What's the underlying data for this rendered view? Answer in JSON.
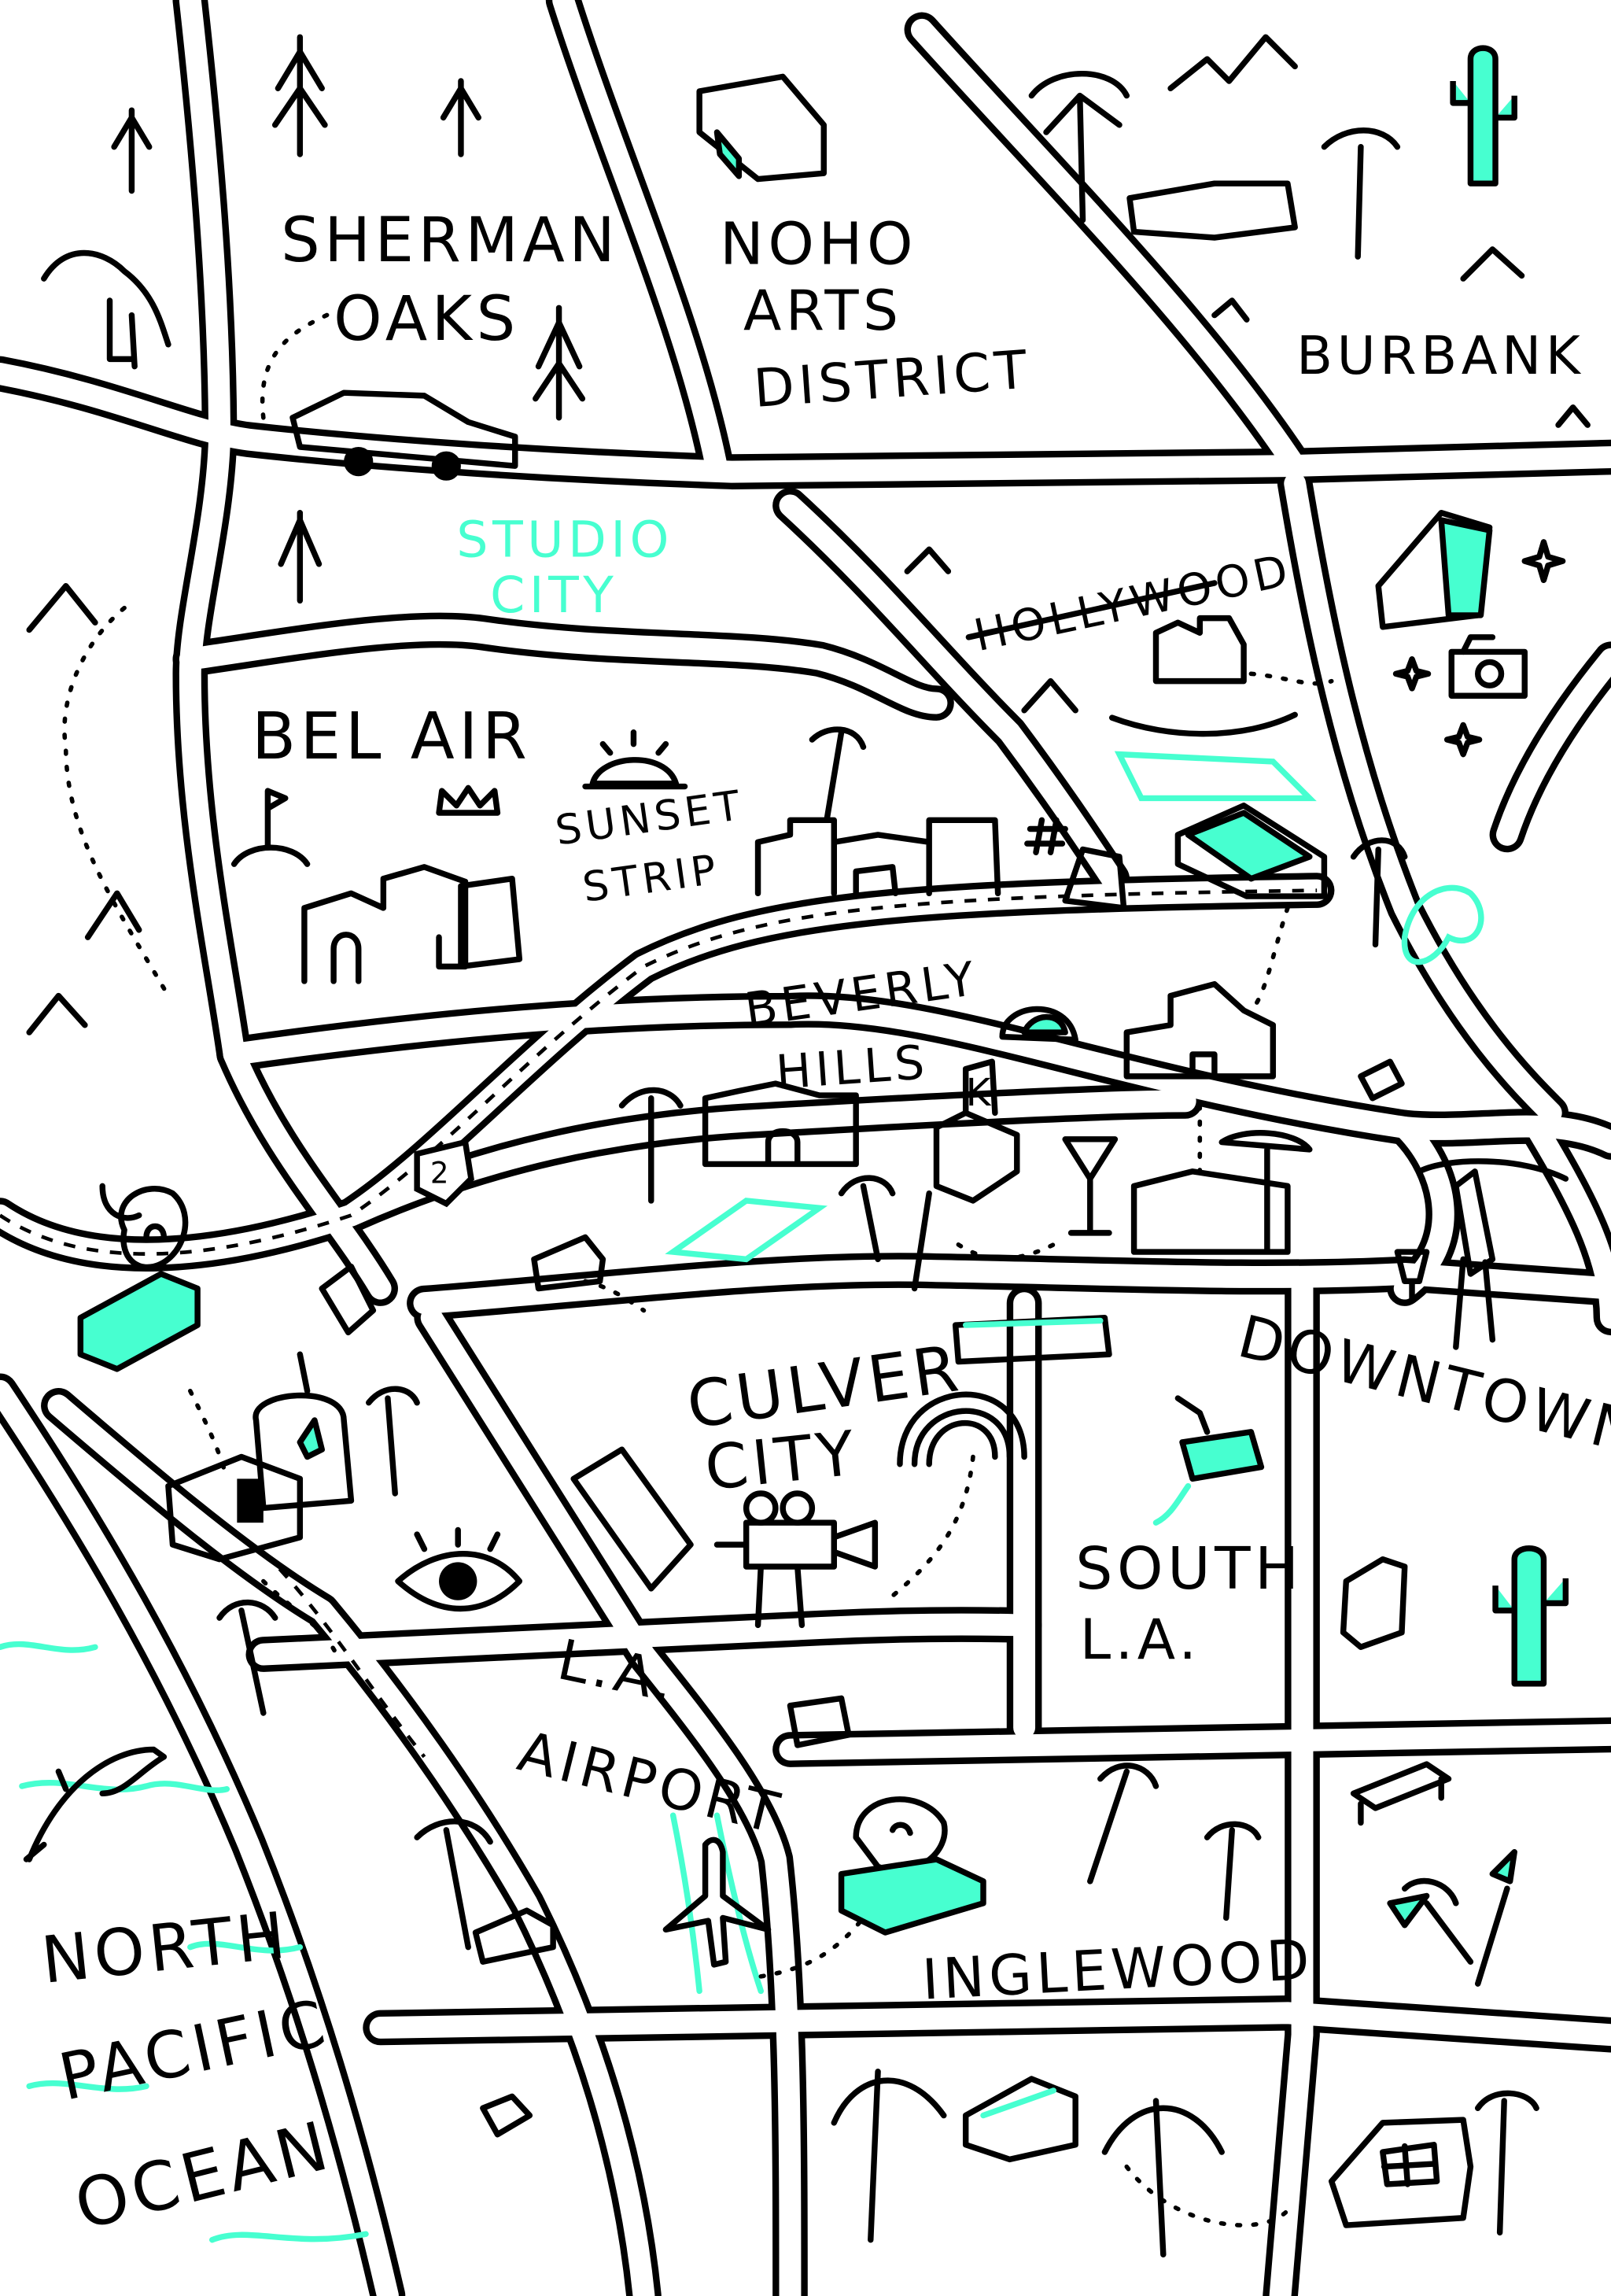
{
  "map": {
    "title": "Los Angeles illustrated map",
    "accent_color": "#47ffd0",
    "ink_color": "#000000",
    "labels": {
      "sherman_oaks": [
        "SHERMAN",
        "OAKS"
      ],
      "noho": [
        "NOHO",
        "ARTS",
        "DISTRICT"
      ],
      "burbank": "BURBANK",
      "studio_city": [
        "STUDIO",
        "CITY"
      ],
      "hollywood": "HOLLYWOOD",
      "bel_air": "BEL AIR",
      "sunset_strip": [
        "SUNSET",
        "STRIP"
      ],
      "beverly_hills": [
        "BEVERLY",
        "HILLS"
      ],
      "culver_city": [
        "CULVER",
        "CITY"
      ],
      "downtown": "DOWNTOWN",
      "south_la": [
        "SOUTH",
        "L.A."
      ],
      "la_airport": [
        "L.A.",
        "AIRPORT"
      ],
      "inglewood": "INGLEWOOD",
      "ocean": [
        "NORTH",
        "PACIFIC",
        "OCEAN"
      ],
      "freeway_shield": "2",
      "diner_sign": "K"
    }
  }
}
